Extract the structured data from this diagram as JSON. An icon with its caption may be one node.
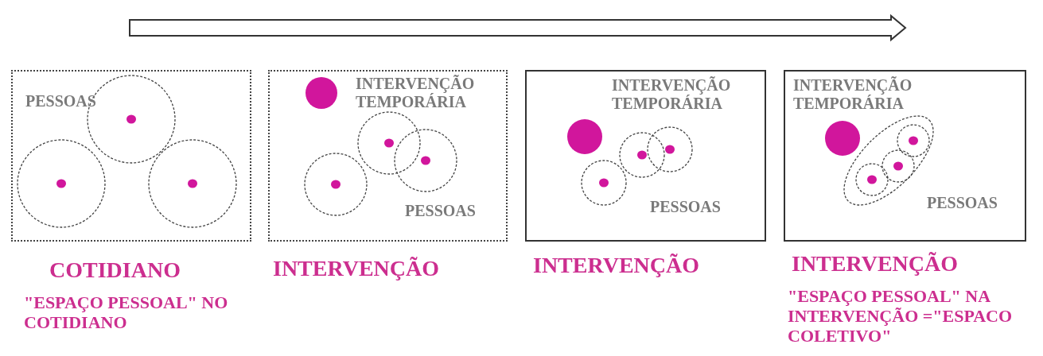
{
  "diagram": {
    "nodes": [
      {
        "text": [
          "PESSOAS"
        ],
        "beside": [
          "COTIDIANO",
          "\"ESPAÇO PESSOAL\" NO COTIDIANO"
        ]
      },
      {
        "text": [
          "INTERVENÇÃO TEMPORÁRIA",
          "PESSOAS"
        ],
        "beside": [
          "INTERVENÇÃO"
        ]
      },
      {
        "text": [
          "INTERVENÇÃO TEMPORÁRIA",
          "PESSOAS"
        ],
        "beside": [
          "INTERVENÇÃO"
        ]
      },
      {
        "text": [
          "INTERVENÇÃO TEMPORÁRIA",
          "PESSOAS"
        ],
        "beside": [
          "INTERVENÇÃO",
          "\"ESPAÇO PESSOAL\" NA INTERVENÇÃO =\"ESPACO COLETIVO\""
        ]
      }
    ],
    "edges": []
  }
}
